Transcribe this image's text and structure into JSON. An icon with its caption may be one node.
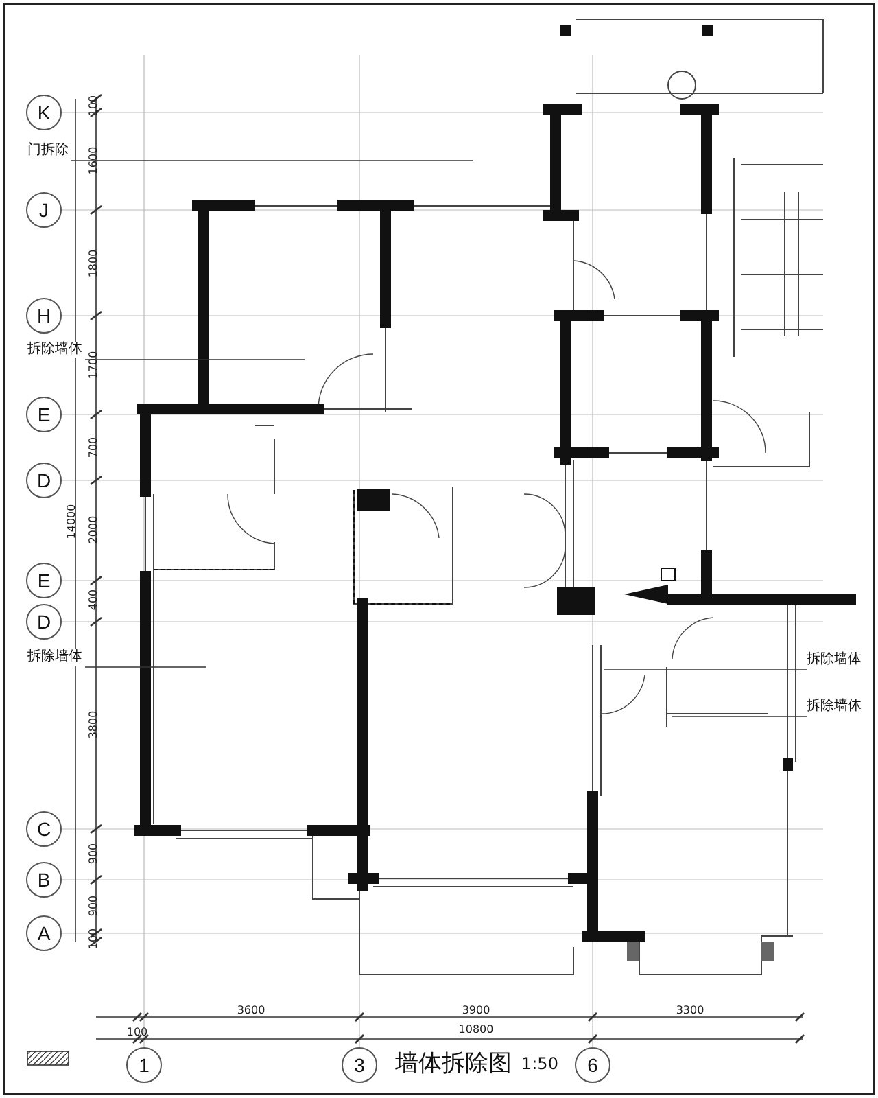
{
  "diagram": {
    "title": "墙体拆除图",
    "nodes": [
      {
        "text": [
          "K"
        ]
      },
      {
        "text": [
          "J"
        ]
      },
      {
        "text": [
          "H"
        ]
      },
      {
        "text": [
          "E"
        ]
      },
      {
        "text": [
          "D"
        ]
      },
      {
        "text": [
          "E"
        ]
      },
      {
        "text": [
          "D"
        ]
      },
      {
        "text": [
          "C"
        ]
      },
      {
        "text": [
          "B"
        ]
      },
      {
        "text": [
          "A"
        ]
      },
      {
        "text": [
          "1"
        ]
      },
      {
        "text": [
          "3"
        ]
      },
      {
        "text": [
          "6"
        ]
      },
      {
        "text": [
          "门拆除"
        ]
      },
      {
        "text": [
          "拆除墙体"
        ]
      },
      {
        "text": [
          "拆除墙体"
        ]
      },
      {
        "text": [
          "拆除墙体"
        ]
      },
      {
        "text": [
          "拆除墙体"
        ]
      }
    ],
    "edges": [
      {
        "from": 13,
        "to": null,
        "arrow": "none"
      },
      {
        "from": 14,
        "to": null,
        "arrow": "none"
      },
      {
        "from": 15,
        "to": null,
        "arrow": "none"
      },
      {
        "from": 16,
        "to": null,
        "arrow": "none"
      },
      {
        "from": 17,
        "to": null,
        "arrow": "none"
      }
    ],
    "labels": [
      "100",
      "1600",
      "1800",
      "1700",
      "700",
      "14000",
      "2000",
      "400",
      "3800",
      "900",
      "900",
      "100",
      "3600",
      "3900",
      "3300",
      "100",
      "10800",
      "1:50"
    ]
  }
}
